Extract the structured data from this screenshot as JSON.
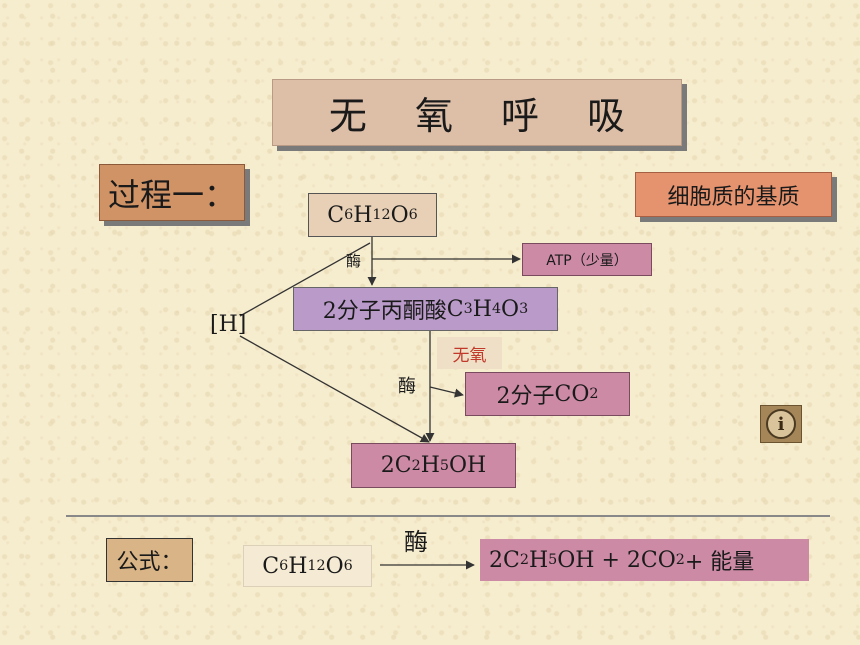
{
  "title": "无 氧 呼 吸",
  "step": {
    "label": "过程一：",
    "location": "细胞质的基质"
  },
  "nodes": {
    "glucose": {
      "parts": [
        "C",
        "6",
        "H",
        "12",
        "O",
        "6"
      ]
    },
    "enzyme_1": "酶",
    "atp": "ATP（少量）",
    "pyruvate": {
      "prefix": "2分子丙酮酸",
      "parts": [
        "C",
        "3",
        "H",
        "4",
        "O",
        "3"
      ]
    },
    "hydrogen": "[H]",
    "no_oxygen": "无氧",
    "enzyme_2": "酶",
    "co2": {
      "prefix": "2分子",
      "parts": [
        "CO",
        "2"
      ]
    },
    "ethanol": {
      "parts": [
        "2C",
        "2",
        "H",
        "5",
        "OH"
      ]
    }
  },
  "formula": {
    "label": "公式：",
    "enzyme": "酶",
    "reactant": {
      "parts": [
        "C",
        "6",
        "H",
        "12",
        "O",
        "6"
      ]
    },
    "products": {
      "parts": [
        "2C",
        "2",
        "H",
        "5",
        "OH + 2CO",
        "2",
        "+ 能量"
      ]
    }
  },
  "info_button": {
    "icon": "info-icon",
    "glyph": "i"
  }
}
